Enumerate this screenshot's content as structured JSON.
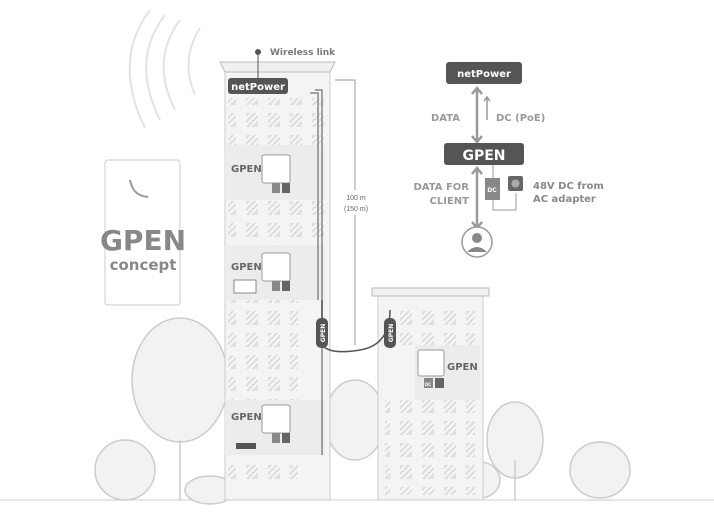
{
  "logo": {
    "title": "GPEN",
    "subtitle": "concept"
  },
  "tower": {
    "wireless_label": "Wireless link",
    "netpower_label": "netPower",
    "gpen_labels": [
      "GPEN",
      "GPEN",
      "GPEN"
    ],
    "distance_primary": "100 m",
    "distance_secondary": "(150 m)",
    "dc_label": "DC"
  },
  "cable_labels": [
    "GPEN",
    "GPEN"
  ],
  "right_building": {
    "gpen_label": "GPEN",
    "dc_label": "DC"
  },
  "schema": {
    "netpower": "netPower",
    "data": "DATA",
    "dc_poe": "DC (PoE)",
    "gpen": "GPEN",
    "data_for_client_1": "DATA FOR",
    "data_for_client_2": "CLIENT",
    "dc_box": "DC",
    "adapter_1": "48V DC from",
    "adapter_2": "AC adapter"
  },
  "colors": {
    "dark": "#555555",
    "mid": "#8c8c8c",
    "light": "#e6e6e6",
    "line": "#bdbdbd"
  }
}
